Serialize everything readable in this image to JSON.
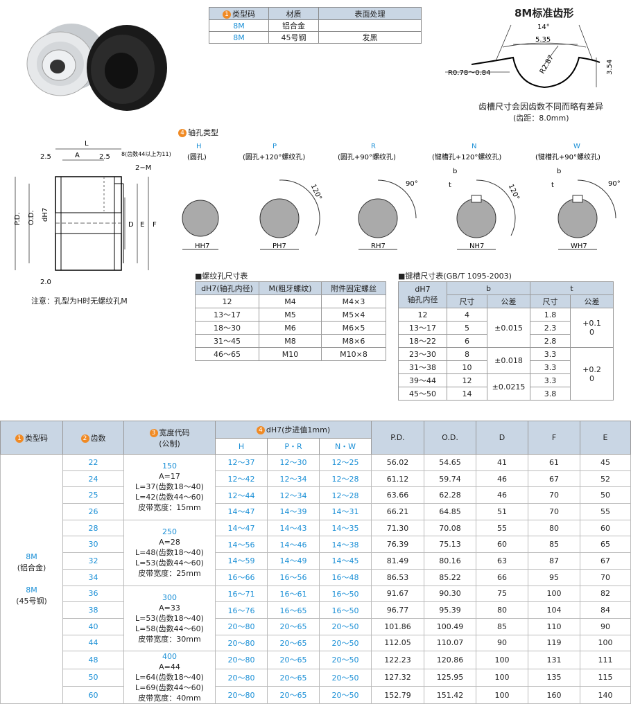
{
  "material_table": {
    "headers": [
      "类型码",
      "材质",
      "表面处理"
    ],
    "rows": [
      [
        "8M",
        "铝合金",
        ""
      ],
      [
        "8M",
        "45号钢",
        "发黑"
      ]
    ]
  },
  "tooth_profile": {
    "title": "8M标准齿形",
    "angle": "14°",
    "width": "5.35",
    "radius": "R2.87",
    "depth": "3.54",
    "root_radius": "R0.78～0.84",
    "note1": "齿槽尺寸会因齿数不同而略有差异",
    "note2": "(齿距：8.0mm)"
  },
  "dimension_drawing": {
    "L": "L",
    "A": "A",
    "left_gap": "2.5",
    "right_gap": "2.5",
    "tooth_note": "8(齿数44以上为11)",
    "screw": "2−M",
    "PD": "P.D.",
    "OD": "O.D.",
    "dH7": "dH7",
    "D": "D",
    "E": "E",
    "F": "F",
    "bottom_gap": "2.0",
    "note": "注意：孔型为H时无螺纹孔M"
  },
  "bore_types": {
    "title": "轴孔类型",
    "num": "4",
    "items": [
      {
        "code": "H",
        "desc": "(圆孔)",
        "dim": "HH7"
      },
      {
        "code": "P",
        "desc": "(圆孔+120°螺纹孔)",
        "dim": "PH7",
        "angle": "120°"
      },
      {
        "code": "R",
        "desc": "(圆孔+90°螺纹孔)",
        "dim": "RH7",
        "angle": "90°"
      },
      {
        "code": "N",
        "desc": "(键槽孔+120°螺纹孔)",
        "dim": "NH7",
        "angle": "120°",
        "b": "b",
        "t": "t"
      },
      {
        "code": "W",
        "desc": "(键槽孔+90°螺纹孔)",
        "dim": "WH7",
        "angle": "90°",
        "b": "b",
        "t": "t"
      }
    ]
  },
  "screw_table": {
    "title": "螺纹孔尺寸表",
    "headers": [
      "dH7(轴孔内径)",
      "M(粗牙螺纹)",
      "附件固定螺丝"
    ],
    "rows": [
      [
        "12",
        "M4",
        "M4×3"
      ],
      [
        "13～17",
        "M5",
        "M5×4"
      ],
      [
        "18～30",
        "M6",
        "M6×5"
      ],
      [
        "31～45",
        "M8",
        "M8×6"
      ],
      [
        "46～65",
        "M10",
        "M10×8"
      ]
    ]
  },
  "key_table": {
    "title": "键槽尺寸表(GB/T 1095-2003)",
    "h_d1": "dH7",
    "h_d2": "轴孔内径",
    "h_b": "b",
    "h_t": "t",
    "h_size": "尺寸",
    "h_tol": "公差",
    "rows": [
      [
        "12",
        "4",
        "1.8"
      ],
      [
        "13～17",
        "5",
        "2.3"
      ],
      [
        "18～22",
        "6",
        "2.8"
      ],
      [
        "23～30",
        "8",
        "3.3"
      ],
      [
        "31～38",
        "10",
        "3.3"
      ],
      [
        "39～44",
        "12",
        "3.3"
      ],
      [
        "45～50",
        "14",
        "3.8"
      ]
    ],
    "b_tols": [
      "±0.015",
      "±0.018",
      "±0.0215"
    ],
    "t_tols": [
      "+0.1\n0",
      "+0.2\n0"
    ]
  },
  "spec_table": {
    "headers": {
      "type": "类型码",
      "teeth": "齿数",
      "width": "宽度代码",
      "width_sub": "(公制)",
      "bore": "dH7(步进值1mm)",
      "H": "H",
      "PR": "P・R",
      "NW": "N・W",
      "PD": "P.D.",
      "OD": "O.D.",
      "D": "D",
      "F": "F",
      "E": "E"
    },
    "type_text": [
      "8M",
      "(铝合金)",
      "8M",
      "(45号钢)"
    ],
    "width_groups": [
      [
        "150",
        "A=17",
        "L=37(齿数18～40)",
        "L=42(齿数44～60)",
        "皮带宽度：15mm"
      ],
      [
        "250",
        "A=28",
        "L=48(齿数18～40)",
        "L=53(齿数44～60)",
        "皮带宽度：25mm"
      ],
      [
        "300",
        "A=33",
        "L=53(齿数18～40)",
        "L=58(齿数44～60)",
        "皮带宽度：30mm"
      ],
      [
        "400",
        "A=44",
        "L=64(齿数18～40)",
        "L=69(齿数44～60)",
        "皮带宽度：40mm"
      ]
    ],
    "rows": [
      [
        "22",
        "12～37",
        "12～30",
        "12～25",
        "56.02",
        "54.65",
        "41",
        "61",
        "45"
      ],
      [
        "24",
        "12～42",
        "12～34",
        "12～28",
        "61.12",
        "59.74",
        "46",
        "67",
        "52"
      ],
      [
        "25",
        "12～44",
        "12～34",
        "12～28",
        "63.66",
        "62.28",
        "46",
        "70",
        "50"
      ],
      [
        "26",
        "14～47",
        "14～39",
        "14～31",
        "66.21",
        "64.85",
        "51",
        "70",
        "55"
      ],
      [
        "28",
        "14～47",
        "14～43",
        "14～35",
        "71.30",
        "70.08",
        "55",
        "80",
        "60"
      ],
      [
        "30",
        "14～56",
        "14～46",
        "14～38",
        "76.39",
        "75.13",
        "60",
        "85",
        "65"
      ],
      [
        "32",
        "14～59",
        "14～49",
        "14～45",
        "81.49",
        "80.16",
        "63",
        "87",
        "67"
      ],
      [
        "34",
        "16～66",
        "16～56",
        "16～48",
        "86.53",
        "85.22",
        "66",
        "95",
        "70"
      ],
      [
        "36",
        "16～71",
        "16～61",
        "16～50",
        "91.67",
        "90.30",
        "75",
        "100",
        "82"
      ],
      [
        "38",
        "16～76",
        "16～65",
        "16～50",
        "96.77",
        "95.39",
        "80",
        "104",
        "84"
      ],
      [
        "40",
        "20～80",
        "20～65",
        "20～50",
        "101.86",
        "100.49",
        "85",
        "110",
        "90"
      ],
      [
        "44",
        "20～80",
        "20～65",
        "20～50",
        "112.05",
        "110.07",
        "90",
        "119",
        "100"
      ],
      [
        "48",
        "20～80",
        "20～65",
        "20～50",
        "122.23",
        "120.86",
        "100",
        "131",
        "111"
      ],
      [
        "50",
        "20～80",
        "20～65",
        "20～50",
        "127.32",
        "125.95",
        "100",
        "135",
        "115"
      ],
      [
        "60",
        "20～80",
        "20～65",
        "20～50",
        "152.79",
        "151.42",
        "100",
        "160",
        "140"
      ]
    ]
  },
  "colors": {
    "header_bg": "#c9d6e4",
    "blue_text": "#1a8fd6",
    "badge": "#f08a24"
  }
}
